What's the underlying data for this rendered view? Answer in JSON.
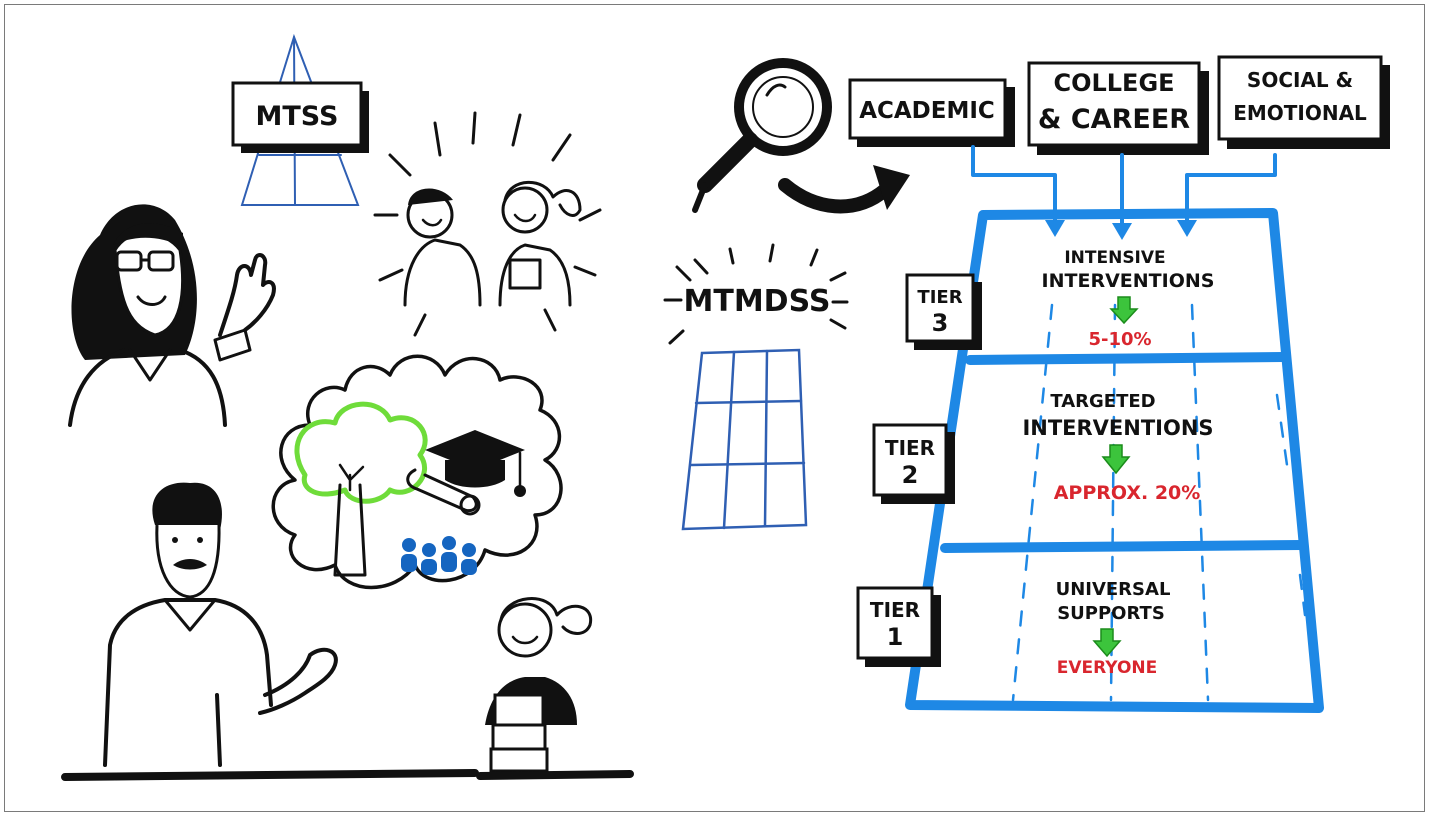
{
  "left_labels": {
    "mtss": "MTSS"
  },
  "center_label": "MTMDSS",
  "domains": [
    {
      "lines": [
        "ACADEMIC"
      ]
    },
    {
      "lines": [
        "COLLEGE",
        "& CAREER"
      ]
    },
    {
      "lines": [
        "SOCIAL &",
        "EMOTIONAL"
      ]
    }
  ],
  "tiers": [
    {
      "tag": "TIER",
      "num": "3",
      "line1": "INTENSIVE",
      "line2": "INTERVENTIONS",
      "pct": "5-10%"
    },
    {
      "tag": "TIER",
      "num": "2",
      "line1": "TARGETED",
      "line2": "INTERVENTIONS",
      "pct": "APPROX. 20%"
    },
    {
      "tag": "TIER",
      "num": "1",
      "line1": "UNIVERSAL",
      "line2": "SUPPORTS",
      "pct": "EVERYONE"
    }
  ],
  "colors": {
    "tier_blue": "#1e88e5",
    "grid_blue": "#2f5fb3",
    "arrow_green": "#3cc43c",
    "percent_red": "#d9262e",
    "tree_green": "#6fdc3a",
    "people_blue": "#1565c0"
  },
  "icons": [
    "magnifier-icon",
    "curved-arrow-icon",
    "tree-icon",
    "graduation-cap-icon",
    "diploma-icon",
    "people-group-icon"
  ]
}
